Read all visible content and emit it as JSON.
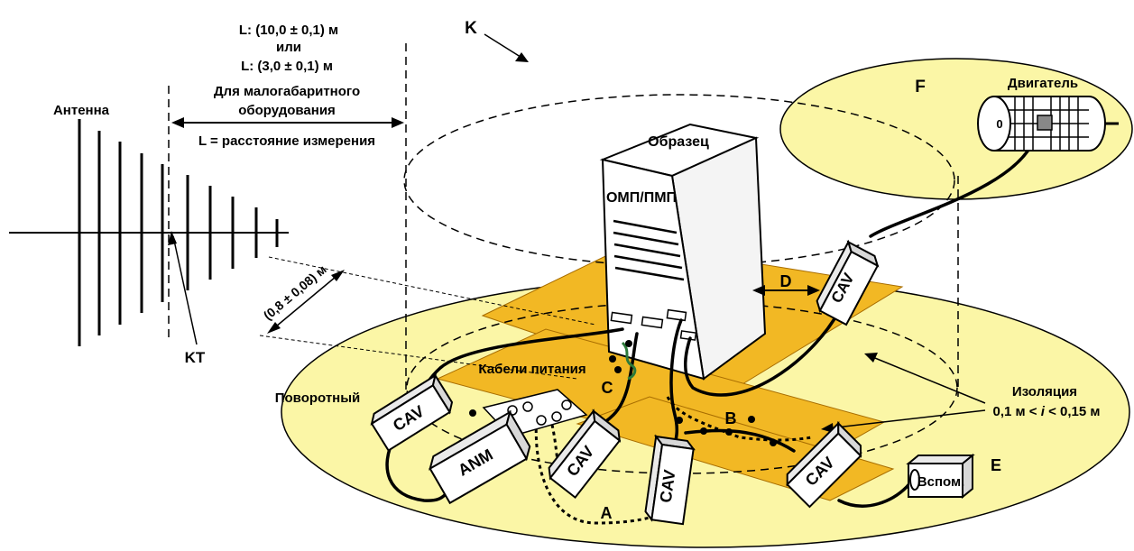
{
  "labels": {
    "l10_line1": "L: (10,0 ± 0,1) м",
    "l10_line2": "или",
    "l3_line": "L: (3,0 ± 0,1) м",
    "small_eq_line1": "Для малогабаритного",
    "small_eq_line2": "оборудования",
    "l_definition": "L = расстояние измерения",
    "antenna": "Антенна",
    "kt": "KT",
    "k": "K",
    "f": "F",
    "engine": "Двигатель",
    "engine_symbol": "0",
    "sample": "Образец",
    "omp": "ОМП/ПМП",
    "distance_08": "(0,8 ± 0,08) м",
    "power_cables": "Кабели питания",
    "c": "C",
    "d": "D",
    "b": "B",
    "a": "A",
    "e": "E",
    "rotary": "Поворотный",
    "isolation_line1": "Изоляция",
    "isolation_line2_prefix": "0,1 м < ",
    "isolation_line2_var": "i",
    "isolation_line2_suffix": " < 0,15 м",
    "cav": "CAV",
    "anm": "ANM",
    "aux": "Вспом."
  },
  "colors": {
    "turntable_fill": "#fbf6a6",
    "ground_plane_fill": "#f2b824",
    "ground_plane_stroke": "#a86d00",
    "box_fill": "#ffffff",
    "line": "#000000"
  }
}
